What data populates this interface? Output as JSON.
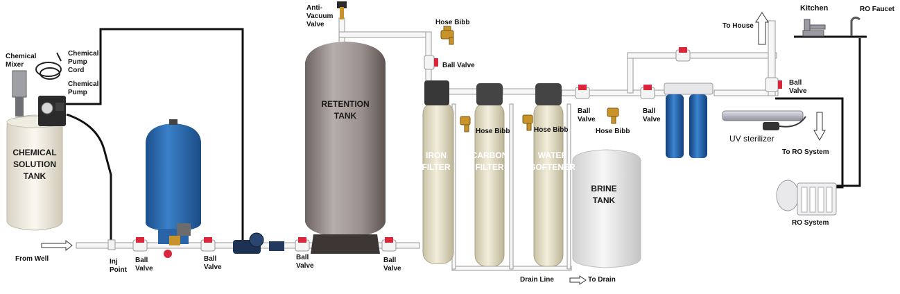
{
  "labels": {
    "chemical_mixer": "Chemical\nMixer",
    "chemical_pump_cord": "Chemical\nPump\nCord",
    "chemical_pump": "Chemical\nPump",
    "chemical_solution_tank": "CHEMICAL\nSOLUTION\nTANK",
    "from_well": "From Well",
    "inj_point": "Inj\nPoint",
    "ball_valve_1": "Ball\nValve",
    "ball_valve_2": "Ball\nValve",
    "ball_valve_3": "Ball\nValve",
    "ball_valve_4": "Ball\nValve",
    "anti_vacuum_valve": "Anti-\nVacuum\nValve",
    "retention_tank": "RETENTION\nTANK",
    "hose_bibb_top": "Hose Bibb",
    "ball_valve_top": "Ball Valve",
    "iron_filter": "IRON\nFILTER",
    "carbon_filter": "CARBON\nFILTER",
    "water_softener": "WATER\nSOFTENER",
    "hose_bibb_iron": "Hose Bibb",
    "hose_bibb_carbon": "Hose Bibb",
    "ball_valve_5": "Ball\nValve",
    "hose_bibb_after": "Hose Bibb",
    "ball_valve_6": "Ball\nValve",
    "brine_tank": "BRINE\nTANK",
    "drain_line": "Drain Line",
    "to_drain": "To Drain",
    "to_house": "To House",
    "kitchen": "Kitchen",
    "ro_faucet": "RO Faucet",
    "ball_valve_7": "Ball\nValve",
    "uv_sterilizer": "UV sterilizer",
    "to_ro_system": "To RO System",
    "ro_system": "RO System"
  },
  "colors": {
    "pipe_dark": "#111111",
    "pipe_white": "#f4f4f4",
    "valve_handle": "#d9263b",
    "pressure_tank": "#2f6fb4",
    "retention_tank": "#9c9190",
    "filter_tan": "#ece6cf",
    "filter_head": "#3b3b3b",
    "brine_tank": "#ededed",
    "housing_blue": "#2468b8",
    "brass": "#c7932a"
  }
}
